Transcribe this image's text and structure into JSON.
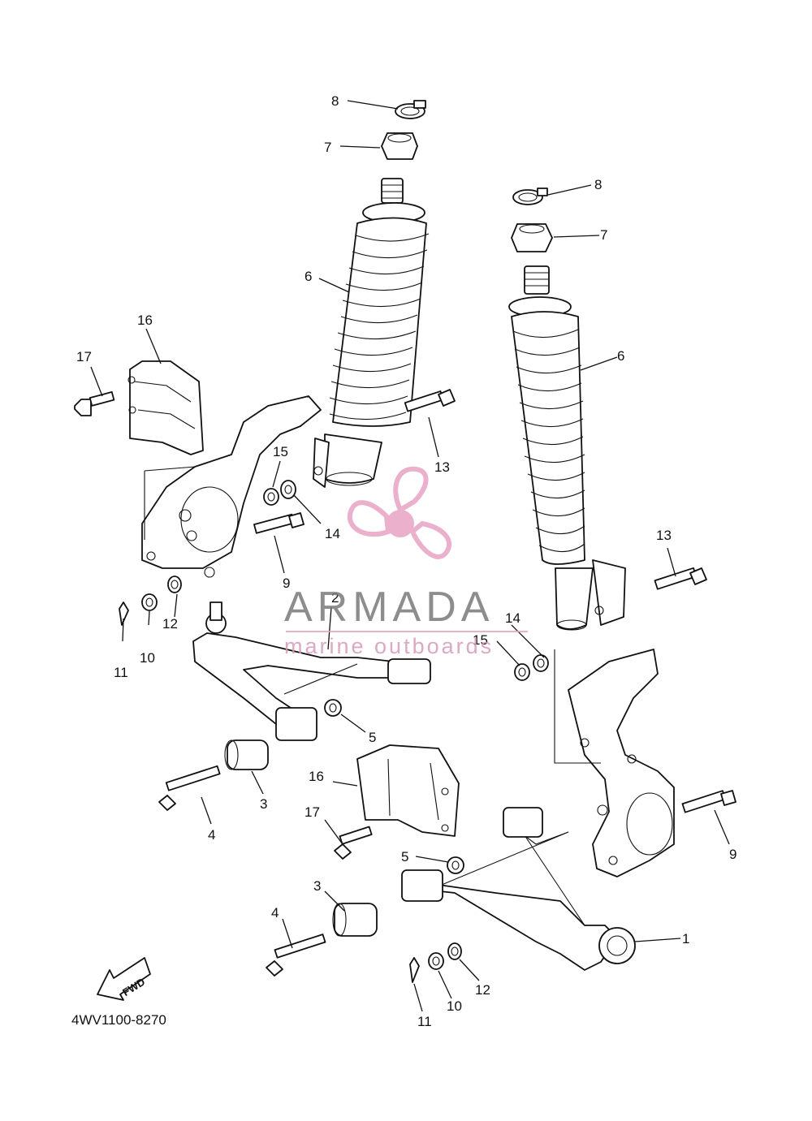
{
  "diagram": {
    "code": "4WV1100-8270",
    "fwd_label": "FWD",
    "labels": [
      {
        "id": "8a",
        "text": "8"
      },
      {
        "id": "7a",
        "text": "7"
      },
      {
        "id": "6a",
        "text": "6"
      },
      {
        "id": "16a",
        "text": "16"
      },
      {
        "id": "17a",
        "text": "17"
      },
      {
        "id": "15a",
        "text": "15"
      },
      {
        "id": "14a",
        "text": "14"
      },
      {
        "id": "13a",
        "text": "13"
      },
      {
        "id": "9a",
        "text": "9"
      },
      {
        "id": "12a",
        "text": "12"
      },
      {
        "id": "10a",
        "text": "10"
      },
      {
        "id": "11a",
        "text": "11"
      },
      {
        "id": "2a",
        "text": "2"
      },
      {
        "id": "5a",
        "text": "5"
      },
      {
        "id": "3a",
        "text": "3"
      },
      {
        "id": "4a",
        "text": "4"
      },
      {
        "id": "8b",
        "text": "8"
      },
      {
        "id": "7b",
        "text": "7"
      },
      {
        "id": "6b",
        "text": "6"
      },
      {
        "id": "13b",
        "text": "13"
      },
      {
        "id": "14b",
        "text": "14"
      },
      {
        "id": "15b",
        "text": "15"
      },
      {
        "id": "16b",
        "text": "16"
      },
      {
        "id": "17b",
        "text": "17"
      },
      {
        "id": "9b",
        "text": "9"
      },
      {
        "id": "5b",
        "text": "5"
      },
      {
        "id": "3b",
        "text": "3"
      },
      {
        "id": "4b",
        "text": "4"
      },
      {
        "id": "1b",
        "text": "1"
      },
      {
        "id": "12b",
        "text": "12"
      },
      {
        "id": "10b",
        "text": "10"
      },
      {
        "id": "11b",
        "text": "11"
      }
    ]
  },
  "watermark": {
    "brand": "ARMADA",
    "tagline": "marine outboards",
    "accent_color": "#e7a3c4",
    "text_color": "#7a7a7a"
  }
}
